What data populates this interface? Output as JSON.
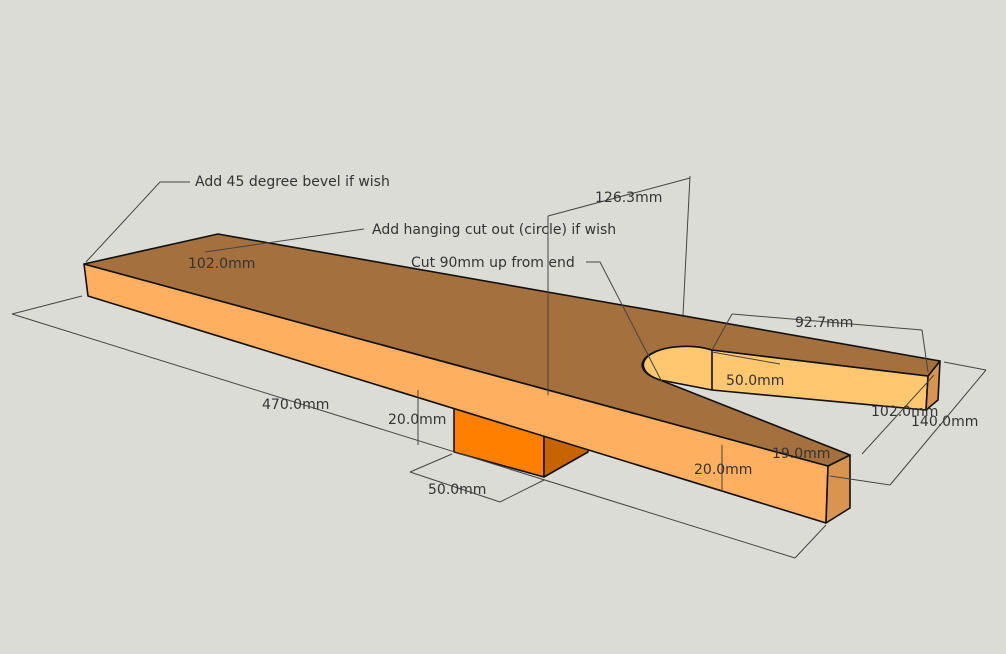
{
  "colors": {
    "background": "#dcdcd7",
    "top_face": "#a3703e",
    "front_face": "#ffaf60",
    "end_face": "#d99450",
    "slot_face": "#ffc870",
    "block_front": "#ff8000",
    "block_side": "#c86400"
  },
  "annotations": {
    "bevel": "Add 45 degree bevel if wish",
    "hanging": "Add hanging cut out (circle) if wish",
    "cut": "Cut 90mm up from end"
  },
  "dimensions": {
    "width_left": "102.0mm",
    "offset": "126.3mm",
    "length": "470.0mm",
    "block_height": "20.0mm",
    "block_width": "50.0mm",
    "slot_length": "92.7mm",
    "slot_width": "50.0mm",
    "arm_width": "102.0mm",
    "total_width": "140.0mm",
    "arm_thickness": "19.0mm",
    "board_thickness": "20.0mm"
  }
}
